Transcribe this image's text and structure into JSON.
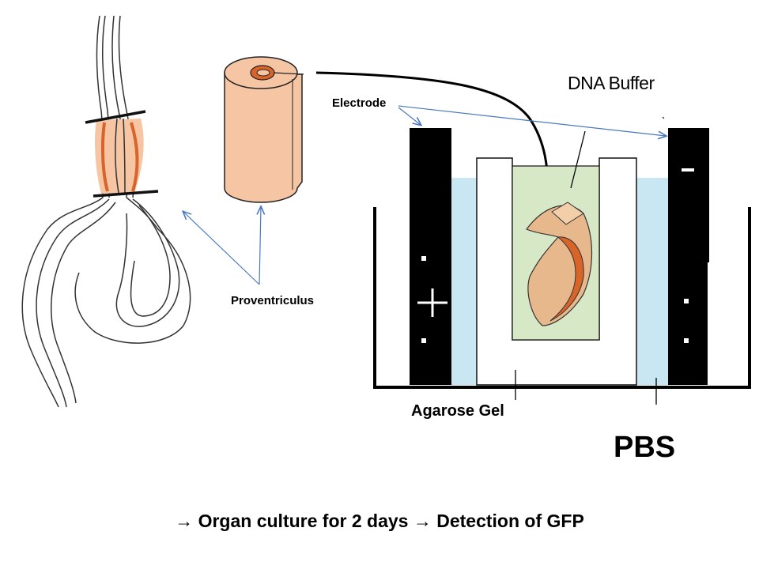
{
  "labels": {
    "dna_buffer": "DNA Buffer",
    "electrode": "Electrode",
    "proventriculus": "Proventriculus",
    "agarose_gel": "Agarose Gel",
    "pbs": "PBS",
    "caption": "→ Organ culture for 2 days → Detection of GFP",
    "plus": "+",
    "minus": "-"
  },
  "colors": {
    "tissue": "#f6c5a4",
    "tissue_inner": "#d9642a",
    "buffer": "#d6e8c6",
    "pbs": "#c9e7f2",
    "electrode": "#000000",
    "pointer": "#4a78c0"
  }
}
